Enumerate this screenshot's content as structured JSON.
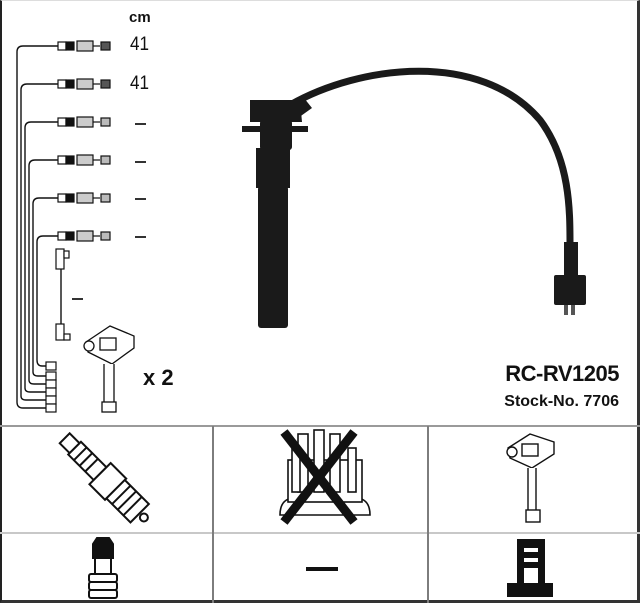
{
  "part": {
    "model": "RC-RV1205",
    "stock_label": "Stock-No. 7706"
  },
  "lengths": {
    "unit": "cm",
    "leads": [
      "41",
      "41",
      "–",
      "–",
      "–",
      "–",
      "–"
    ]
  },
  "coil_quantity": "x 2",
  "icon_grid": {
    "row1": [
      {
        "icon": "spark-plug-icon",
        "crossed": false
      },
      {
        "icon": "distributor-cap-icon",
        "crossed": true
      },
      {
        "icon": "ignition-coil-icon",
        "crossed": false
      }
    ],
    "row2": [
      {
        "icon": "plug-connector-icon"
      },
      {
        "icon": "none-dash",
        "text": "–"
      },
      {
        "icon": "coil-connector-icon"
      }
    ]
  },
  "colors": {
    "line": "#111111",
    "grid": "#9a9a9a",
    "background": "#ffffff"
  }
}
